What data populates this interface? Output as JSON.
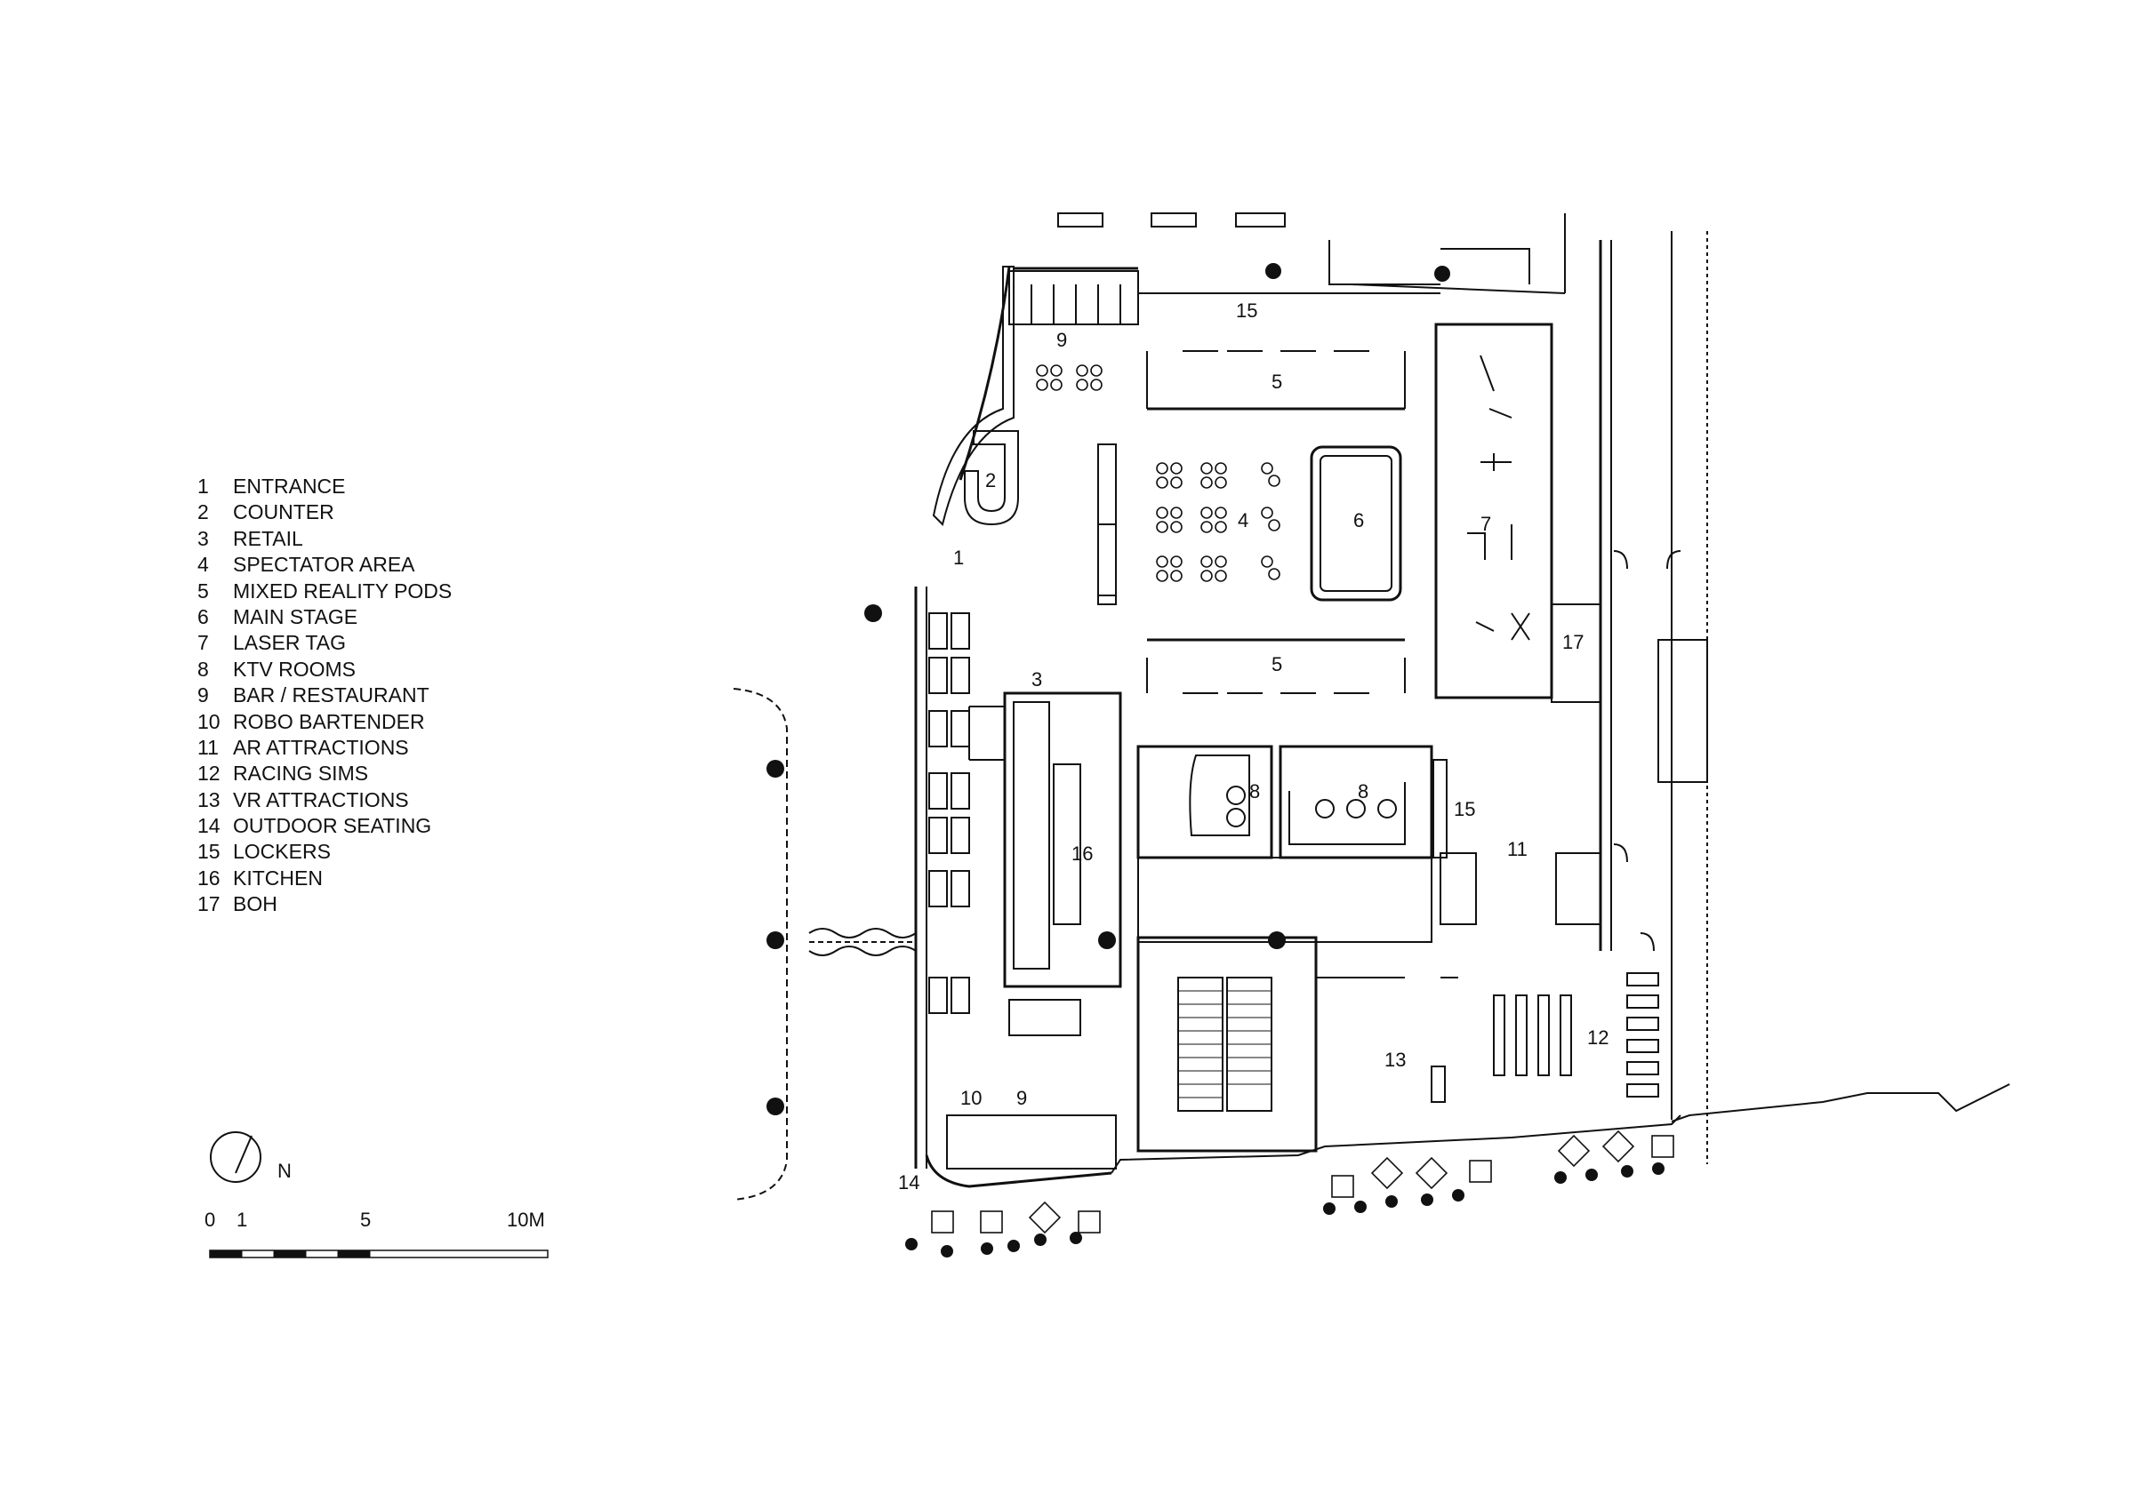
{
  "legend": [
    {
      "num": "1",
      "label": "ENTRANCE"
    },
    {
      "num": "2",
      "label": "COUNTER"
    },
    {
      "num": "3",
      "label": "RETAIL"
    },
    {
      "num": "4",
      "label": "SPECTATOR AREA"
    },
    {
      "num": "5",
      "label": "MIXED REALITY PODS"
    },
    {
      "num": "6",
      "label": "MAIN STAGE"
    },
    {
      "num": "7",
      "label": "LASER TAG"
    },
    {
      "num": "8",
      "label": "KTV ROOMS"
    },
    {
      "num": "9",
      "label": "BAR / RESTAURANT"
    },
    {
      "num": "10",
      "label": "ROBO BARTENDER"
    },
    {
      "num": "11",
      "label": "AR ATTRACTIONS"
    },
    {
      "num": "12",
      "label": "RACING SIMS"
    },
    {
      "num": "13",
      "label": "VR ATTRACTIONS"
    },
    {
      "num": "14",
      "label": "OUTDOOR SEATING"
    },
    {
      "num": "15",
      "label": "LOCKERS"
    },
    {
      "num": "16",
      "label": "KITCHEN"
    },
    {
      "num": "17",
      "label": "BOH"
    }
  ],
  "north": {
    "label": "N"
  },
  "scale": {
    "ticks": [
      "0",
      "1",
      "5",
      "10M"
    ]
  },
  "plan_labels": {
    "l1": "1",
    "l2": "2",
    "l3": "3",
    "l4": "4",
    "l5a": "5",
    "l5b": "5",
    "l6": "6",
    "l7": "7",
    "l8a": "8",
    "l8b": "8",
    "l9a": "9",
    "l9b": "9",
    "l10": "10",
    "l11": "11",
    "l12": "12",
    "l13": "13",
    "l14": "14",
    "l15a": "15",
    "l15b": "15",
    "l16": "16",
    "l17": "17"
  }
}
